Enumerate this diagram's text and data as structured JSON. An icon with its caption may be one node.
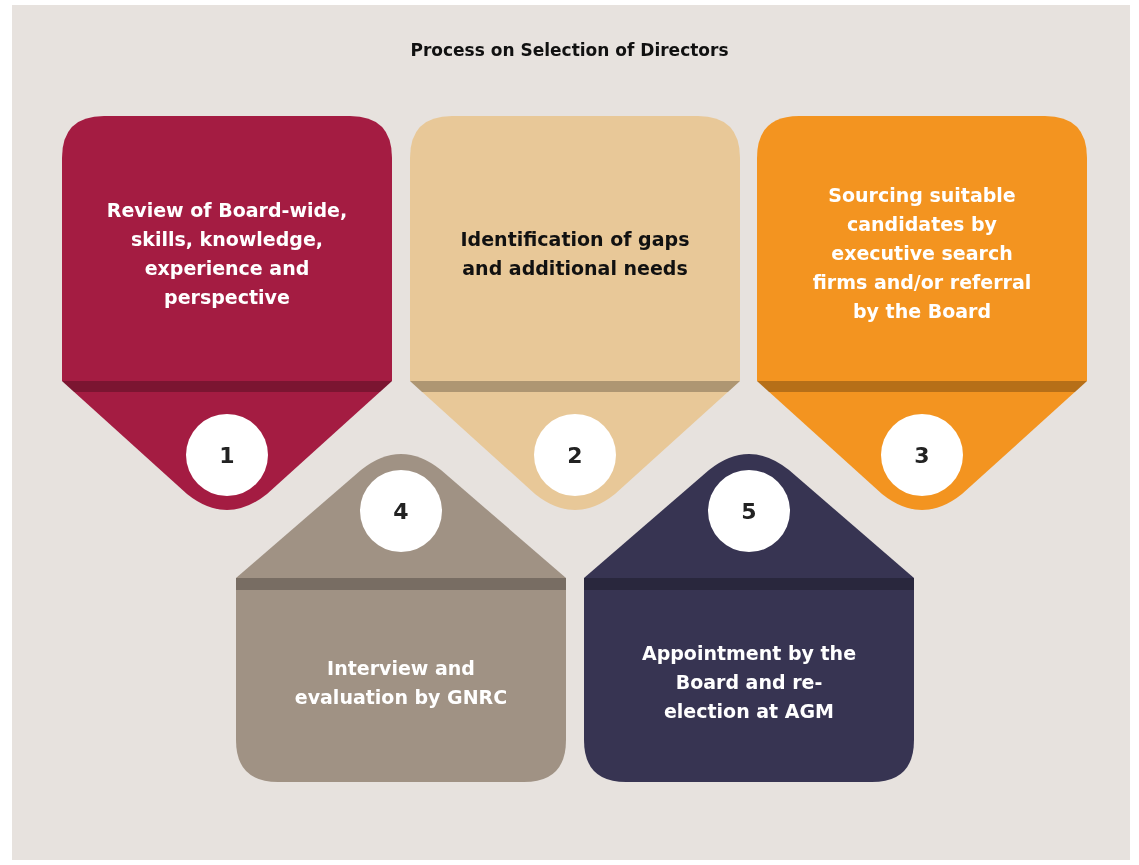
{
  "diagram": {
    "title": "Process on Selection of Directors",
    "nodes": [
      {
        "text": [
          "Review of Board-wide, skills, knowledge, experience and perspective"
        ]
      },
      {
        "text": [
          "1"
        ],
        "in": 0
      },
      {
        "text": [
          "Identification of gaps and additional needs"
        ]
      },
      {
        "text": [
          "2"
        ],
        "in": 2
      },
      {
        "text": [
          "Sourcing suitable candidates by executive search firms and/or referral by the Board"
        ]
      },
      {
        "text": [
          "3"
        ],
        "in": 4
      },
      {
        "text": [
          "Interview and evaluation by GNRC"
        ]
      },
      {
        "text": [
          "4"
        ],
        "in": 6
      },
      {
        "text": [
          "Appointment by the Board and re-election at AGM"
        ]
      },
      {
        "text": [
          "5"
        ],
        "in": 8
      }
    ],
    "edges": []
  }
}
